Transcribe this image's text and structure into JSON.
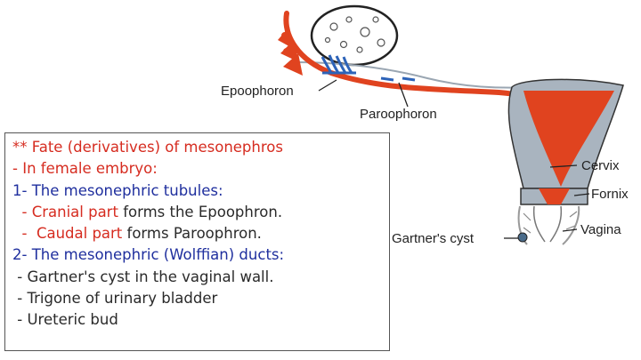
{
  "diagram": {
    "labels": {
      "epoophoron": "Epoophoron",
      "paroophoron": "Paroophoron",
      "cervix": "Cervix",
      "fornix": "Fornix",
      "vagina": "Vagina",
      "gartners_cyst": "Gartner's cyst"
    },
    "colors": {
      "uterus_red": "#e0431f",
      "tissue_gray": "#a9b4bf",
      "tubule_blue": "#2d63b8",
      "text_red": "#d62c20",
      "text_blue": "#1f2f9e"
    }
  },
  "notes": {
    "title": "** Fate (derivatives) of mesonephros",
    "subtitle": "- In female embryo:",
    "tubules_heading": "1- The mesonephric tubules:",
    "cranial_prefix": "  - ",
    "cranial_part": "Cranial part",
    "cranial_rest": " forms the Epoophron.",
    "caudal_prefix": "  -  ",
    "caudal_part": "Caudal part",
    "caudal_rest": " forms Paroophron.",
    "ducts_heading": "2- The mesonephric (Wolffian) ducts:",
    "duct_items": [
      " - Gartner's cyst in the vaginal wall.",
      " - Trigone of urinary bladder",
      " - Ureteric bud"
    ]
  }
}
